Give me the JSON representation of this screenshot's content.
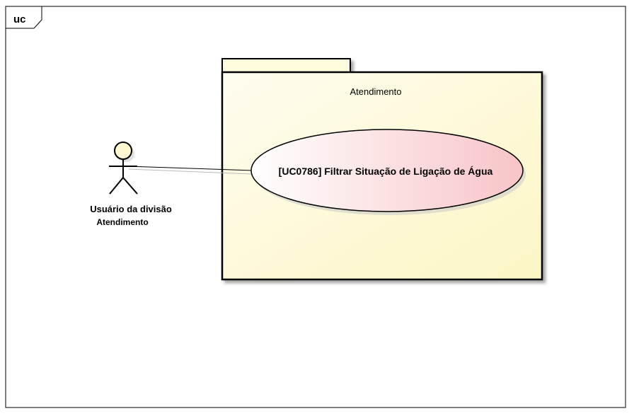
{
  "frame": {
    "label": "uc"
  },
  "package": {
    "name": "Atendimento"
  },
  "use_case": {
    "label": "[UC0786] Filtrar Situação de Ligação de Água"
  },
  "actor": {
    "name_line1": "Usuário da divisão",
    "name_line2": "Atendimento"
  },
  "colors": {
    "package_fill": "#fefcdc",
    "use_case_fill_start": "#ffffff",
    "use_case_fill_end": "#f8c7c9",
    "actor_head_fill": "#fdf8d2",
    "stroke": "#000000"
  }
}
